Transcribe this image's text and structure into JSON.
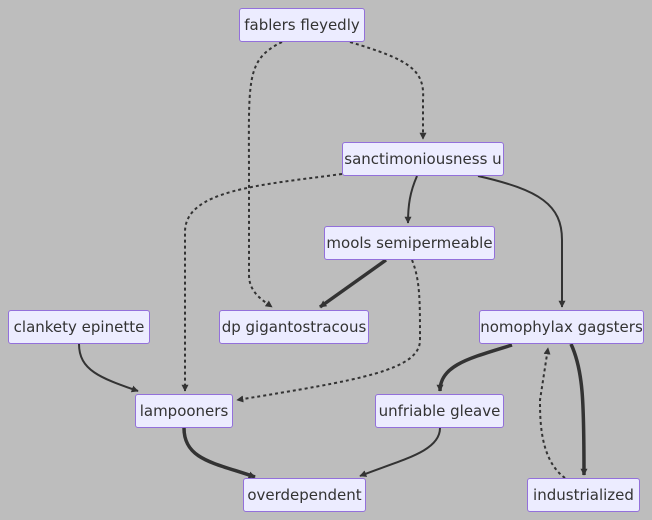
{
  "nodes": {
    "fablers": "fablers fleyedly",
    "sanct": "sanctimoniousness u",
    "mools": "mools semipermeable",
    "clankety": "clankety epinette",
    "dp": "dp gigantostracous",
    "nomo": "nomophylax gagsters",
    "lamp": "lampooners",
    "unfri": "unfriable gleave",
    "overdep": "overdependent",
    "indus": "industrialized"
  },
  "edges": [
    {
      "from": "fablers",
      "to": "sanct",
      "style": "dotted"
    },
    {
      "from": "fablers",
      "to": "dp",
      "style": "dotted"
    },
    {
      "from": "sanct",
      "to": "mools",
      "style": "solid"
    },
    {
      "from": "sanct",
      "to": "lamp",
      "style": "dotted"
    },
    {
      "from": "sanct",
      "to": "nomo",
      "style": "solid"
    },
    {
      "from": "mools",
      "to": "dp",
      "style": "thick"
    },
    {
      "from": "mools",
      "to": "lamp",
      "style": "dotted"
    },
    {
      "from": "clankety",
      "to": "lamp",
      "style": "solid"
    },
    {
      "from": "nomo",
      "to": "unfri",
      "style": "thick"
    },
    {
      "from": "nomo",
      "to": "indus",
      "style": "thick"
    },
    {
      "from": "indus",
      "to": "nomo",
      "style": "dotted"
    },
    {
      "from": "lamp",
      "to": "overdep",
      "style": "thick"
    },
    {
      "from": "unfri",
      "to": "overdep",
      "style": "solid"
    }
  ]
}
